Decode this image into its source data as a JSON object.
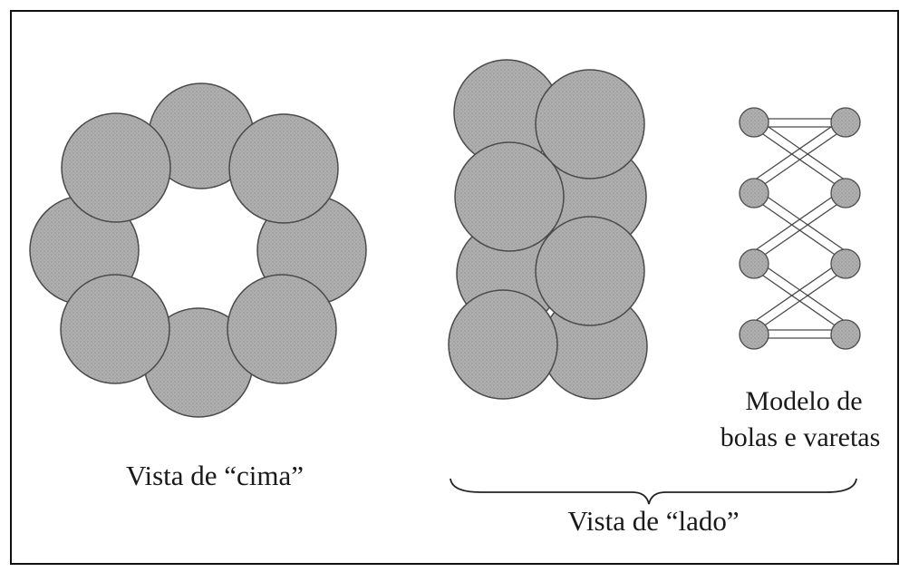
{
  "labels": {
    "top_view": "Vista de “cima”",
    "side_view": "Vista de “lado”",
    "ball_stick_line1": "Modelo de",
    "ball_stick_line2": "bolas e varetas"
  },
  "colors": {
    "sphere_fill": "#a9a9a9",
    "sphere_stroke": "#4a4a4a",
    "frame": "#111111",
    "stick_fill": "#dcdcdc",
    "background": "#ffffff"
  }
}
